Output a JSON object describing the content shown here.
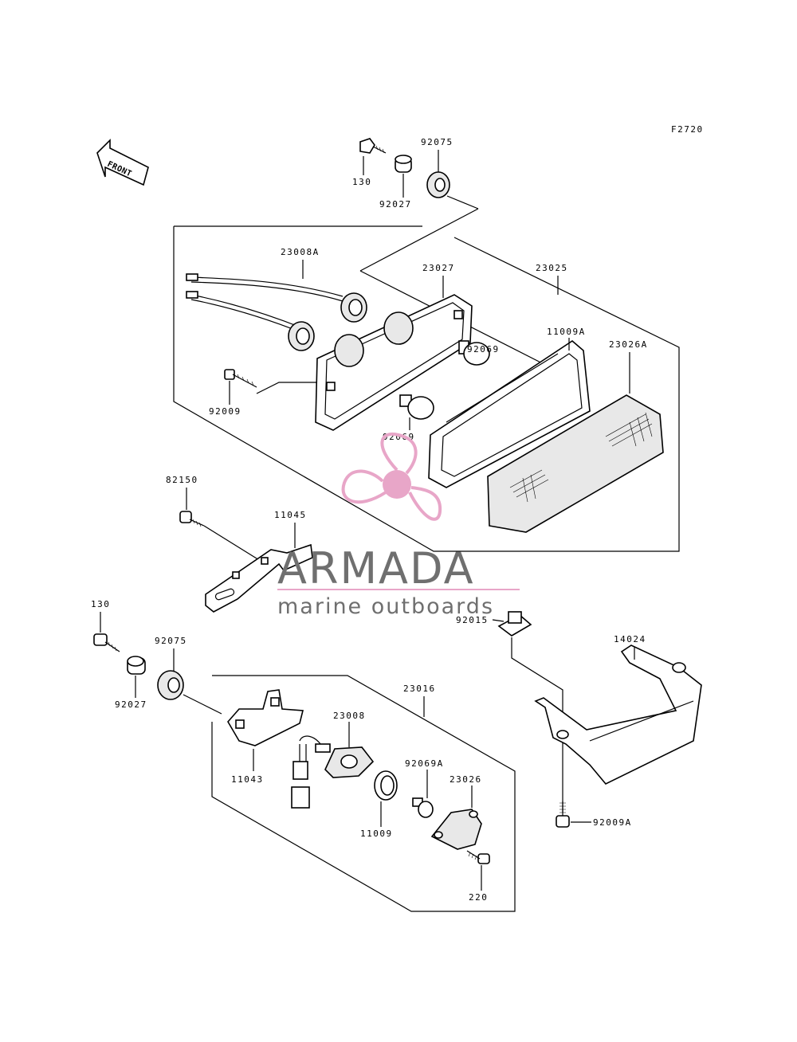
{
  "figure_code": "F2720",
  "front_arrow_label": "FRONT",
  "watermark": {
    "brand": "ARMADA",
    "tagline": "marine outboards",
    "accent_color": "#e8a6c8"
  },
  "part_labels": {
    "p130_top": "130",
    "p92027_top": "92027",
    "p92075_top": "92075",
    "p23008A": "23008A",
    "p23027": "23027",
    "p23025": "23025",
    "p11009A": "11009A",
    "p92069_top": "92069",
    "p23026A": "23026A",
    "p92009": "92009",
    "p92069_mid": "92069",
    "p82150": "82150",
    "p11045": "11045",
    "p92015": "92015",
    "p14024": "14024",
    "p130_bottom": "130",
    "p92075_bottom": "92075",
    "p92027_bottom": "92027",
    "p23016": "23016",
    "p23008": "23008",
    "p11043": "11043",
    "p92069A": "92069A",
    "p23026": "23026",
    "p11009": "11009",
    "p220": "220",
    "p92009A": "92009A"
  }
}
